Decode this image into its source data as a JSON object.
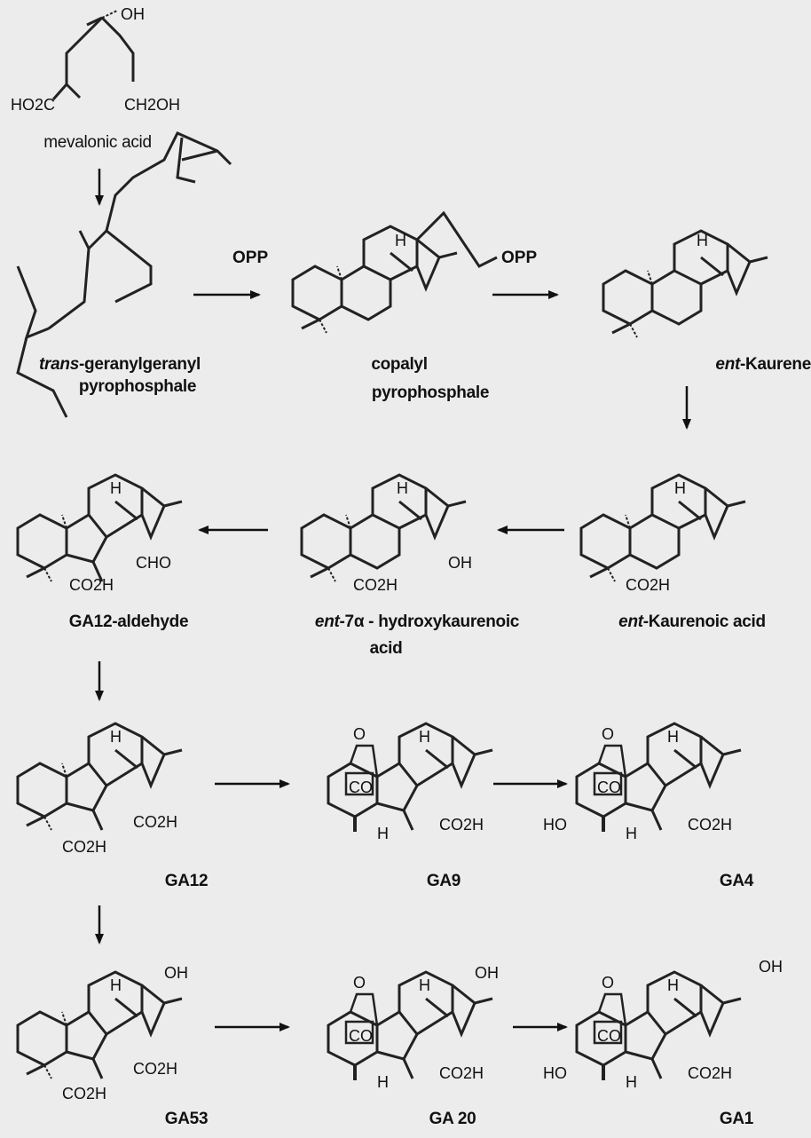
{
  "compounds": {
    "mevalonic_acid": {
      "name": "mevalonic acid",
      "groups": {
        "oh": "OH",
        "acid": "HO2C",
        "alcohol": "CH2OH"
      }
    },
    "ggpp": {
      "name_italic": "trans",
      "name_rest": "-geranylgeranyl",
      "name_line2": "pyrophosphale",
      "group": "OPP"
    },
    "cpp": {
      "name_line1": "copalyl",
      "name_line2": "pyrophosphale",
      "group": "OPP",
      "h": "H"
    },
    "kaurene": {
      "name_italic": "ent",
      "name_rest": "-Kaurene",
      "h": "H"
    },
    "kaurenoic": {
      "name_italic": "ent",
      "name_rest": "-Kaurenoic acid",
      "h": "H",
      "group": "CO2H"
    },
    "hydroxykaurenoic": {
      "name_italic": "ent",
      "name_rest": "-7α - hydroxykaurenoic",
      "name_line2": "acid",
      "h": "H",
      "oh": "OH",
      "group": "CO2H"
    },
    "ga12_aldehyde": {
      "name": "GA12-aldehyde",
      "h": "H",
      "cho": "CHO",
      "group": "CO2H"
    },
    "ga12": {
      "name": "GA12",
      "h": "H",
      "group": "CO2H"
    },
    "ga9": {
      "name": "GA9",
      "h": "H",
      "o": "O",
      "co": "CO",
      "group": "CO2H"
    },
    "ga4": {
      "name": "GA4",
      "h": "H",
      "o": "O",
      "co": "CO",
      "ho": "HO",
      "group": "CO2H"
    },
    "ga53": {
      "name": "GA53",
      "h": "H",
      "oh": "OH",
      "group": "CO2H"
    },
    "ga20": {
      "name": "GA 20",
      "h": "H",
      "oh": "OH",
      "o": "O",
      "co": "CO",
      "group": "CO2H"
    },
    "ga1": {
      "name": "GA1",
      "h": "H",
      "oh": "OH",
      "o": "O",
      "co": "CO",
      "ho": "HO",
      "group": "CO2H"
    }
  }
}
